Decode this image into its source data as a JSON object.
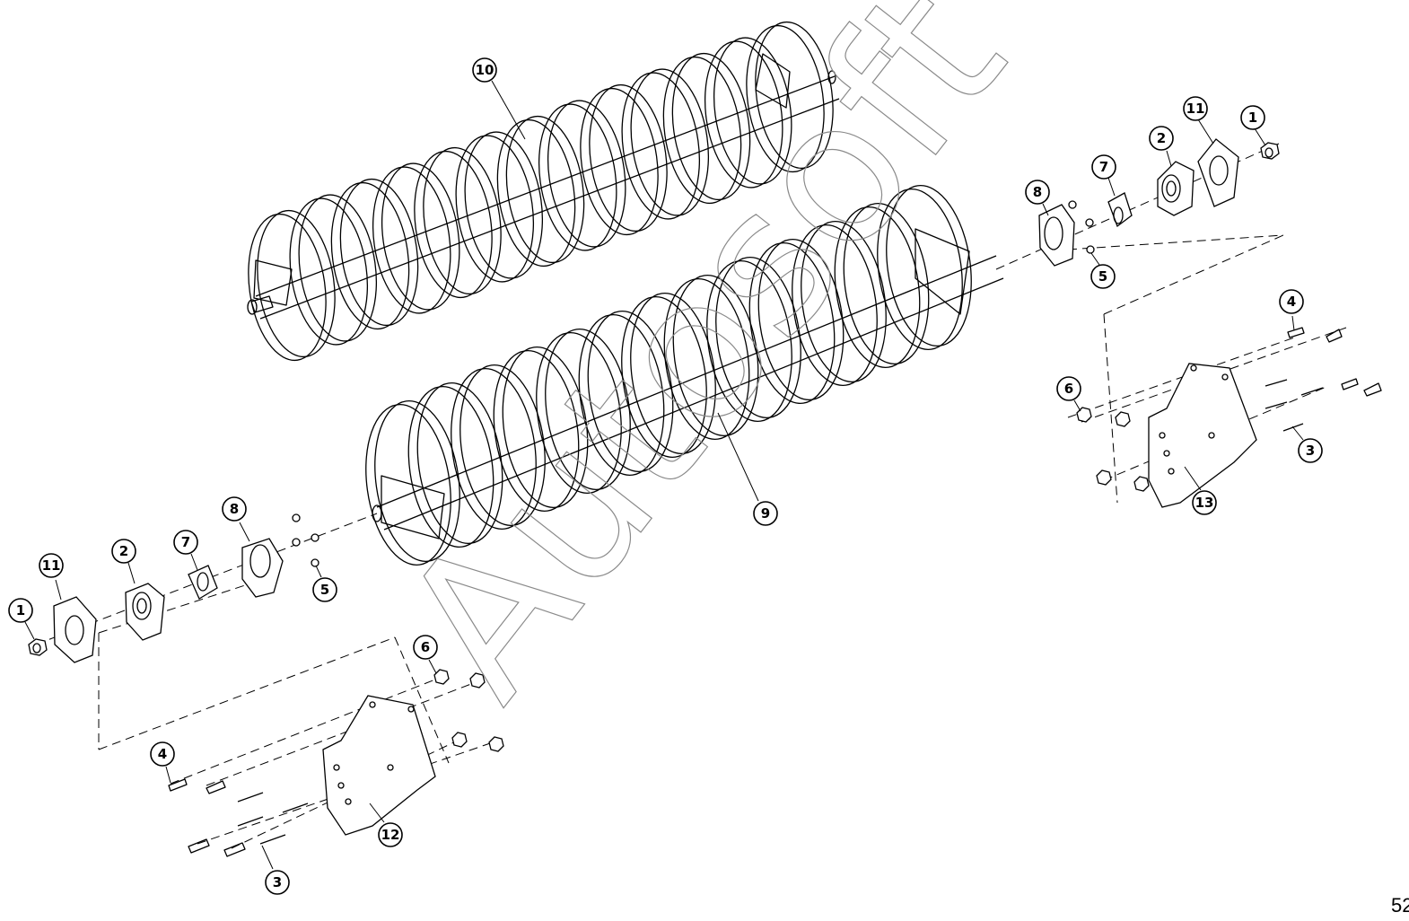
{
  "watermark": "Autosoft",
  "page_number": "52",
  "callouts": [
    {
      "id": "c10",
      "label": "10"
    },
    {
      "id": "c11r",
      "label": "11"
    },
    {
      "id": "c1r",
      "label": "1"
    },
    {
      "id": "c2r",
      "label": "2"
    },
    {
      "id": "c7r",
      "label": "7"
    },
    {
      "id": "c8r",
      "label": "8"
    },
    {
      "id": "c5r",
      "label": "5"
    },
    {
      "id": "c4r",
      "label": "4"
    },
    {
      "id": "c6r",
      "label": "6"
    },
    {
      "id": "c3r",
      "label": "3"
    },
    {
      "id": "c13",
      "label": "13"
    },
    {
      "id": "c9",
      "label": "9"
    },
    {
      "id": "c8l",
      "label": "8"
    },
    {
      "id": "c7l",
      "label": "7"
    },
    {
      "id": "c2l",
      "label": "2"
    },
    {
      "id": "c11l",
      "label": "11"
    },
    {
      "id": "c1l",
      "label": "1"
    },
    {
      "id": "c5l",
      "label": "5"
    },
    {
      "id": "c6l",
      "label": "6"
    },
    {
      "id": "c4l",
      "label": "4"
    },
    {
      "id": "c12",
      "label": "12"
    },
    {
      "id": "c3l",
      "label": "3"
    }
  ]
}
